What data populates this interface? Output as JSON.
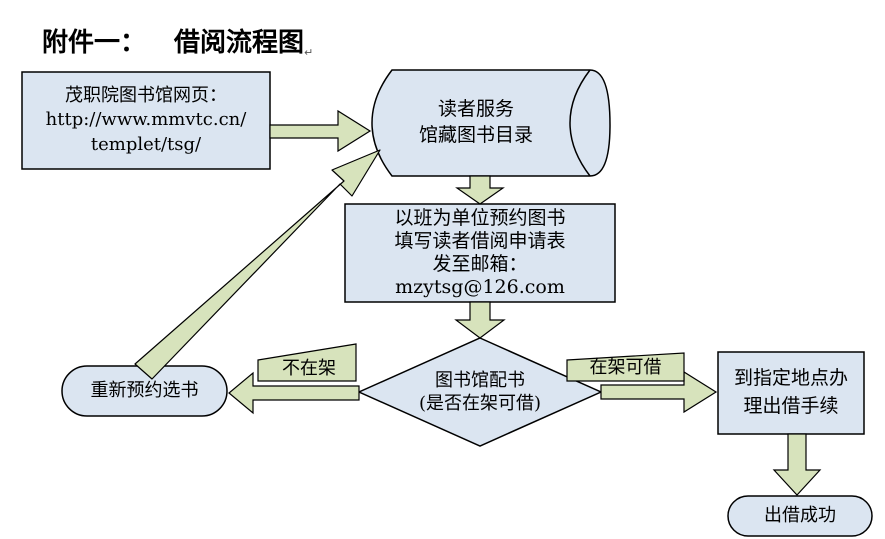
{
  "title": {
    "prefix": "附件一：",
    "main": "借阅流程图",
    "mark": "↵"
  },
  "nodes": {
    "website": {
      "lines": [
        "茂职院图书馆网页：",
        "http://www.mmvtc.cn/",
        "templet/tsg/"
      ]
    },
    "catalog": {
      "lines": [
        "读者服务",
        "馆藏图书目录"
      ]
    },
    "reserve": {
      "lines": [
        "以班为单位预约图书",
        "填写读者借阅申请表",
        "发至邮箱：",
        "mzytsg@126.com"
      ]
    },
    "decision": {
      "lines": [
        "图书馆配书",
        "(是否在架可借)"
      ]
    },
    "rebook": {
      "label": "重新预约选书"
    },
    "procedure": {
      "lines": [
        "到指定地点办",
        "理出借手续"
      ]
    },
    "success": {
      "label": "出借成功"
    }
  },
  "edge_labels": {
    "not_on_shelf": "不在架",
    "on_shelf": "在架可借"
  },
  "colors": {
    "box_fill": "#dbe5f1",
    "arrow_fill": "#d7e3bc",
    "stroke": "#000000"
  }
}
